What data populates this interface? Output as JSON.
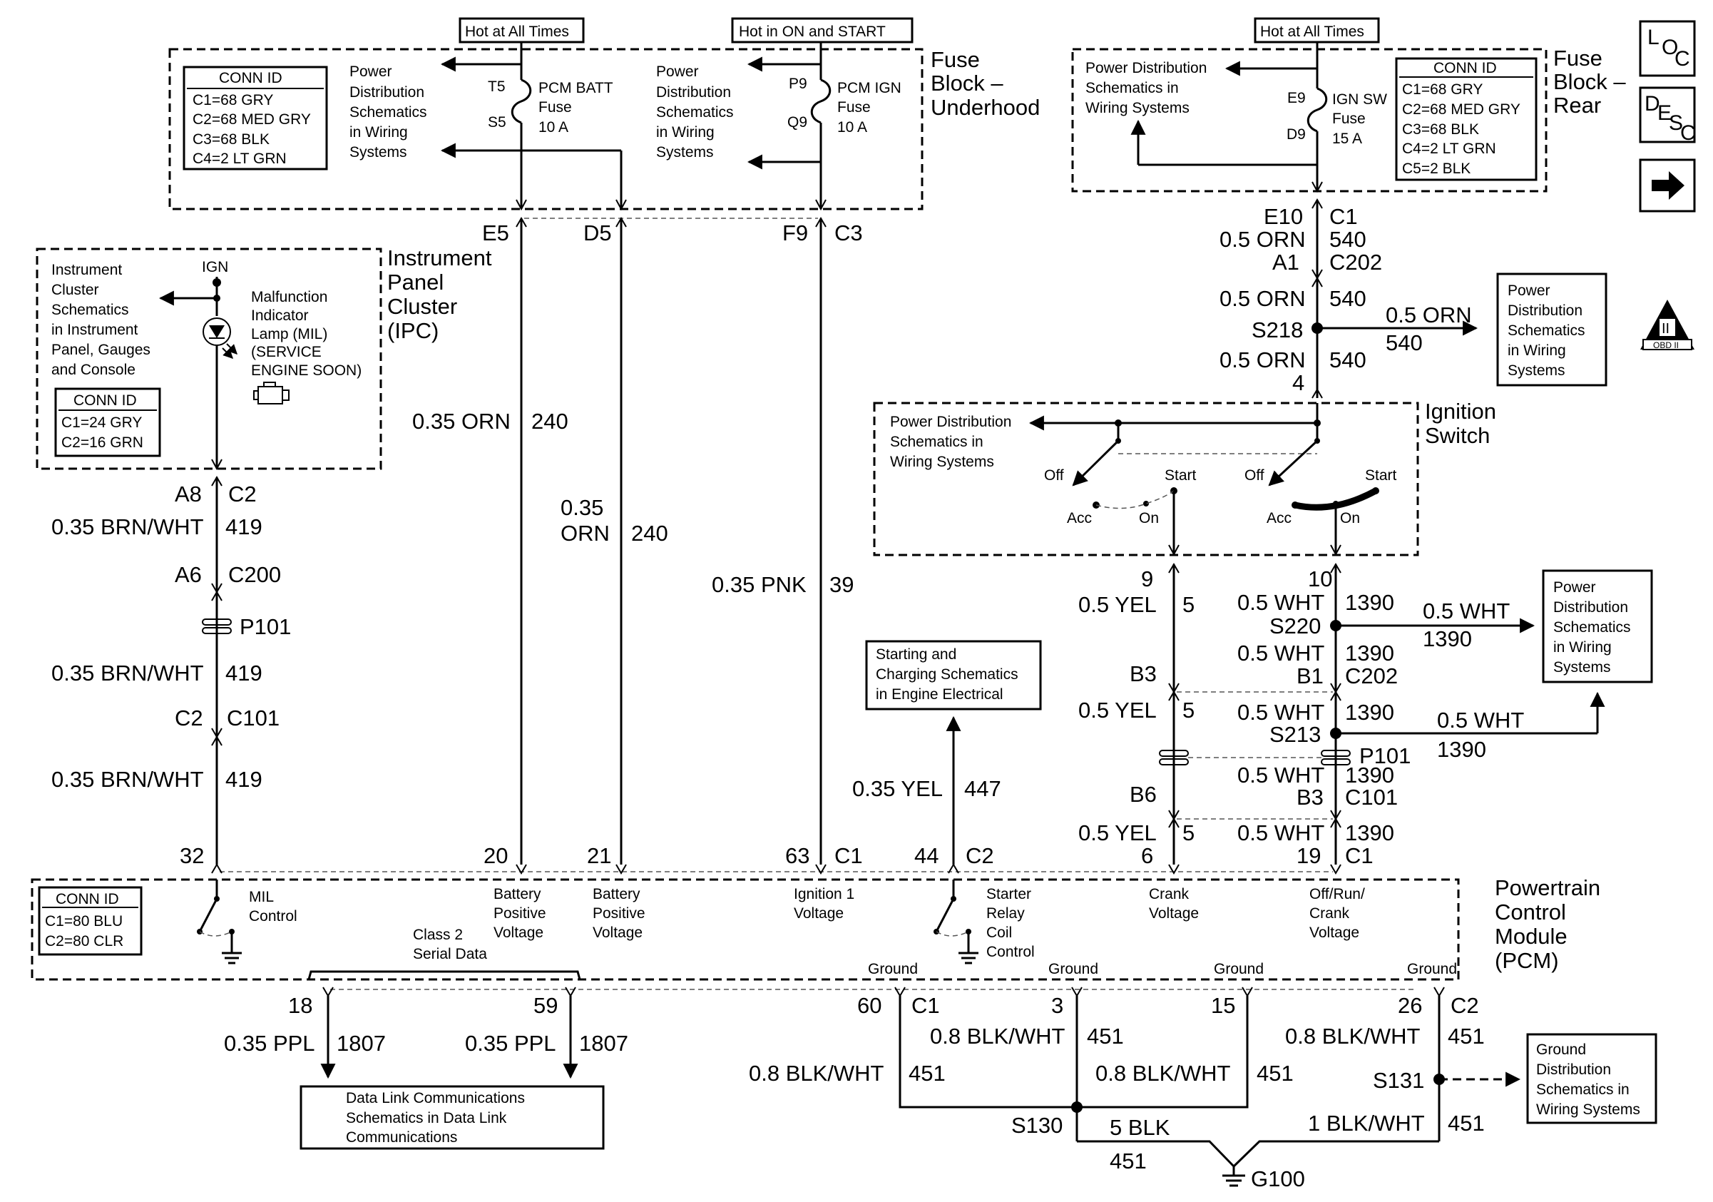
{
  "fuse_underhood": {
    "hot_all_times": "Hot at All Times",
    "hot_on_start": "Hot in ON and START",
    "title_l1": "Fuse",
    "title_l2": "Block –",
    "title_l3": "Underhood",
    "conn": {
      "header": "CONN ID",
      "c1": "C1=68 GRY",
      "c2": "C2=68 MED GRY",
      "c3": "C3=68 BLK",
      "c4": "C4=2 LT GRN"
    },
    "pds_left": [
      "Power",
      "Distribution",
      "Schematics",
      "in Wiring",
      "Systems"
    ],
    "pds_right": [
      "Power",
      "Distribution",
      "Schematics",
      "in Wiring",
      "Systems"
    ],
    "batt_fuse": {
      "in": "T5",
      "out": "S5",
      "l1": "PCM BATT",
      "l2": "Fuse",
      "l3": "10 A"
    },
    "ign_fuse": {
      "in": "P9",
      "out": "Q9",
      "l1": "PCM IGN",
      "l2": "Fuse",
      "l3": "10 A"
    },
    "pin_e5": "E5",
    "pin_d5": "D5",
    "pin_f9": "F9",
    "conn_c3": "C3"
  },
  "fuse_rear": {
    "hot_all_times": "Hot at All Times",
    "title_l1": "Fuse",
    "title_l2": "Block –",
    "title_l3": "Rear",
    "pds": [
      "Power Distribution",
      "Schematics in",
      "Wiring Systems"
    ],
    "fuse": {
      "in": "E9",
      "out": "D9",
      "l1": "IGN SW",
      "l2": "Fuse",
      "l3": "15 A"
    },
    "conn": {
      "header": "CONN ID",
      "c1": "C1=68 GRY",
      "c2": "C2=68 MED GRY",
      "c3": "C3=68 BLK",
      "c4": "C4=2 LT GRN",
      "c5": "C5=2 BLK"
    }
  },
  "right_chain": {
    "e10": "E10",
    "c1": "C1",
    "w1_color": "0.5 ORN",
    "w1_circuit": "540",
    "a1": "A1",
    "c202": "C202",
    "w2_color": "0.5 ORN",
    "w2_circuit": "540",
    "s218": "S218",
    "branch_color": "0.5 ORN",
    "branch_circuit": "540",
    "w3_color": "0.5 ORN",
    "w3_circuit": "540",
    "pin4": "4",
    "pds_box": [
      "Power",
      "Distribution",
      "Schematics",
      "in Wiring",
      "Systems"
    ]
  },
  "ignition_switch": {
    "title_l1": "Ignition",
    "title_l2": "Switch",
    "pds": [
      "Power Distribution",
      "Schematics in",
      "Wiring Systems"
    ],
    "off": "Off",
    "start": "Start",
    "acc": "Acc",
    "on": "On",
    "off2": "Off",
    "start2": "Start",
    "acc2": "Acc",
    "on2": "On"
  },
  "crank_chain": {
    "pin9": "9",
    "w1_color": "0.5 YEL",
    "w1_circuit": "5",
    "b3": "B3",
    "w2_color": "0.5 YEL",
    "w2_circuit": "5",
    "b6": "B6",
    "w3_color": "0.5 YEL",
    "w3_circuit": "5",
    "pin6": "6"
  },
  "run_chain": {
    "pin10": "10",
    "w1_color": "0.5 WHT",
    "w1_circuit": "1390",
    "s220": "S220",
    "b1_color": "0.5 WHT",
    "b1_circuit": "1390",
    "w2_color": "0.5 WHT",
    "w2_circuit": "1390",
    "b1": "B1",
    "c202": "C202",
    "w3_color": "0.5 WHT",
    "w3_circuit": "1390",
    "s213": "S213",
    "b2_color": "0.5 WHT",
    "b2_circuit": "1390",
    "p101": "P101",
    "w4_color": "0.5 WHT",
    "w4_circuit": "1390",
    "b3": "B3",
    "c101": "C101",
    "w5_color": "0.5 WHT",
    "w5_circuit": "1390",
    "pin19": "19",
    "c1": "C1",
    "pds_box": [
      "Power",
      "Distribution",
      "Schematics",
      "in Wiring",
      "Systems"
    ]
  },
  "ipc": {
    "title_l1": "Instrument",
    "title_l2": "Panel",
    "title_l3": "Cluster",
    "title_l4": "(IPC)",
    "schem": [
      "Instrument",
      "Cluster",
      "Schematics",
      "in Instrument",
      "Panel, Gauges",
      "and Console"
    ],
    "ign": "IGN",
    "mil": [
      "Malfunction",
      "Indicator",
      "Lamp (MIL)",
      "(SERVICE",
      "ENGINE SOON)"
    ],
    "conn": {
      "header": "CONN ID",
      "c1": "C1=24 GRY",
      "c2": "C2=16 GRN"
    }
  },
  "mil_chain": {
    "a8": "A8",
    "c2": "C2",
    "w1_color": "0.35 BRN/WHT",
    "w1_circuit": "419",
    "a6": "A6",
    "c200": "C200",
    "p101": "P101",
    "w2_color": "0.35 BRN/WHT",
    "w2_circuit": "419",
    "c2b": "C2",
    "c101": "C101",
    "w3_color": "0.35 BRN/WHT",
    "w3_circuit": "419",
    "pin32": "32"
  },
  "pcm_feeds": {
    "batt1_color": "0.35 ORN",
    "batt1_circuit": "240",
    "batt2_color_l1": "0.35",
    "batt2_color_l2": "ORN",
    "batt2_circuit": "240",
    "ign_color": "0.35 PNK",
    "ign_circuit": "39",
    "pin20": "20",
    "pin21": "21",
    "pin63": "63",
    "c1": "C1",
    "starting_box": [
      "Starting and",
      "Charging Schematics",
      "in Engine Electrical"
    ],
    "starter_color": "0.35 YEL",
    "starter_circuit": "447",
    "pin44": "44",
    "c2": "C2"
  },
  "pcm": {
    "title_l1": "Powertrain",
    "title_l2": "Control",
    "title_l3": "Module",
    "title_l4": "(PCM)",
    "conn": {
      "header": "CONN ID",
      "c1": "C1=80 BLU",
      "c2": "C2=80 CLR"
    },
    "mil_control": [
      "MIL",
      "Control"
    ],
    "batt_pos_1": [
      "Battery",
      "Positive",
      "Voltage"
    ],
    "batt_pos_2": [
      "Battery",
      "Positive",
      "Voltage"
    ],
    "ign1": [
      "Ignition 1",
      "Voltage"
    ],
    "starter": [
      "Starter",
      "Relay",
      "Coil",
      "Control"
    ],
    "crank": [
      "Crank",
      "Voltage"
    ],
    "offrun": [
      "Off/Run/",
      "Crank",
      "Voltage"
    ],
    "class2": [
      "Class 2",
      "Serial Data"
    ],
    "ground": "Ground"
  },
  "data_link": {
    "pin18": "18",
    "pin59": "59",
    "w1_color": "0.35 PPL",
    "w1_circuit": "1807",
    "w2_color": "0.35 PPL",
    "w2_circuit": "1807",
    "box": [
      "Data Link Communications",
      "Schematics in Data Link",
      "Communications"
    ]
  },
  "grounds": {
    "pin60": "60",
    "c1": "C1",
    "pin3": "3",
    "pin15": "15",
    "pin26": "26",
    "c2": "C2",
    "w60_color": "0.8 BLK/WHT",
    "w60_circuit": "451",
    "w3_color": "0.8 BLK/WHT",
    "w3_circuit": "451",
    "w15_color": "0.8 BLK/WHT",
    "w15_circuit": "451",
    "w26_color": "0.8 BLK/WHT",
    "w26_circuit": "451",
    "s130": "S130",
    "s131": "S131",
    "g100": "G100",
    "blk5_color": "5 BLK",
    "blk5_circuit": "451",
    "blk1_color": "1 BLK/WHT",
    "blk1_circuit": "451",
    "gds_box": [
      "Ground",
      "Distribution",
      "Schematics in",
      "Wiring Systems"
    ]
  },
  "nav": {
    "loc": [
      "L",
      "O",
      "C"
    ],
    "desc": [
      "D",
      "E",
      "S",
      "C"
    ],
    "obd_numeral": "II",
    "obd_label": "OBD II"
  }
}
